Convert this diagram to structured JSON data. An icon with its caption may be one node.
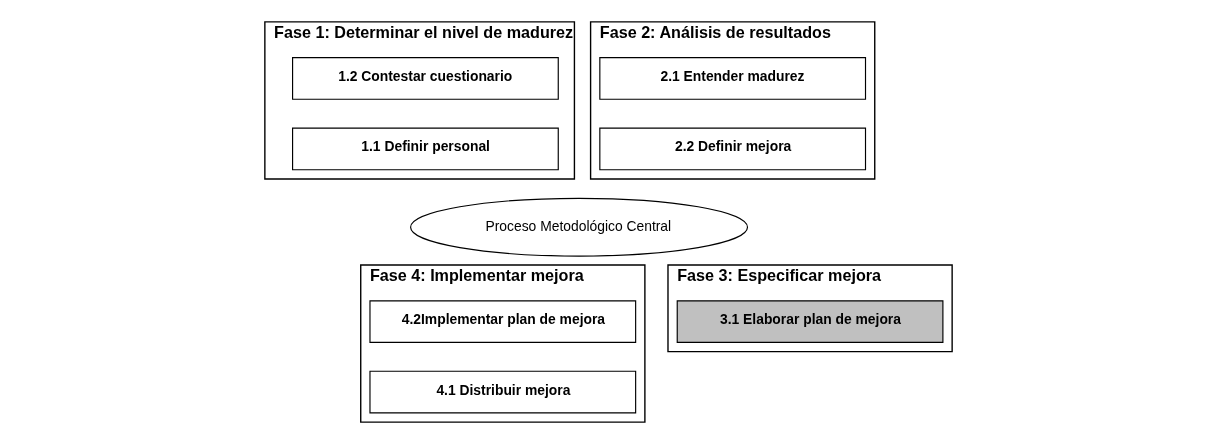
{
  "diagram": {
    "nodes": [
      {
        "text": [
          "Fase 1: Determinar el nivel de madurez"
        ]
      },
      {
        "text": [
          "1.2 Contestar cuestionario"
        ],
        "in": 0
      },
      {
        "text": [
          "1.1 Definir personal"
        ],
        "in": 0
      },
      {
        "text": [
          "Fase 2: Análisis de resultados"
        ]
      },
      {
        "text": [
          "2.1 Entender madurez"
        ],
        "in": 3
      },
      {
        "text": [
          "2.2 Definir mejora"
        ],
        "in": 3
      },
      {
        "text": [
          "Proceso Metodológico Central"
        ]
      },
      {
        "text": [
          "Fase 4: Implementar mejora"
        ]
      },
      {
        "text": [
          "4.2Implementar plan de mejora"
        ],
        "in": 7
      },
      {
        "text": [
          "4.1 Distribuir mejora"
        ],
        "in": 7
      },
      {
        "text": [
          "Fase 3: Especificar mejora"
        ]
      },
      {
        "text": [
          "3.1 Elaborar plan de mejora"
        ],
        "in": 10
      }
    ],
    "edges": []
  }
}
